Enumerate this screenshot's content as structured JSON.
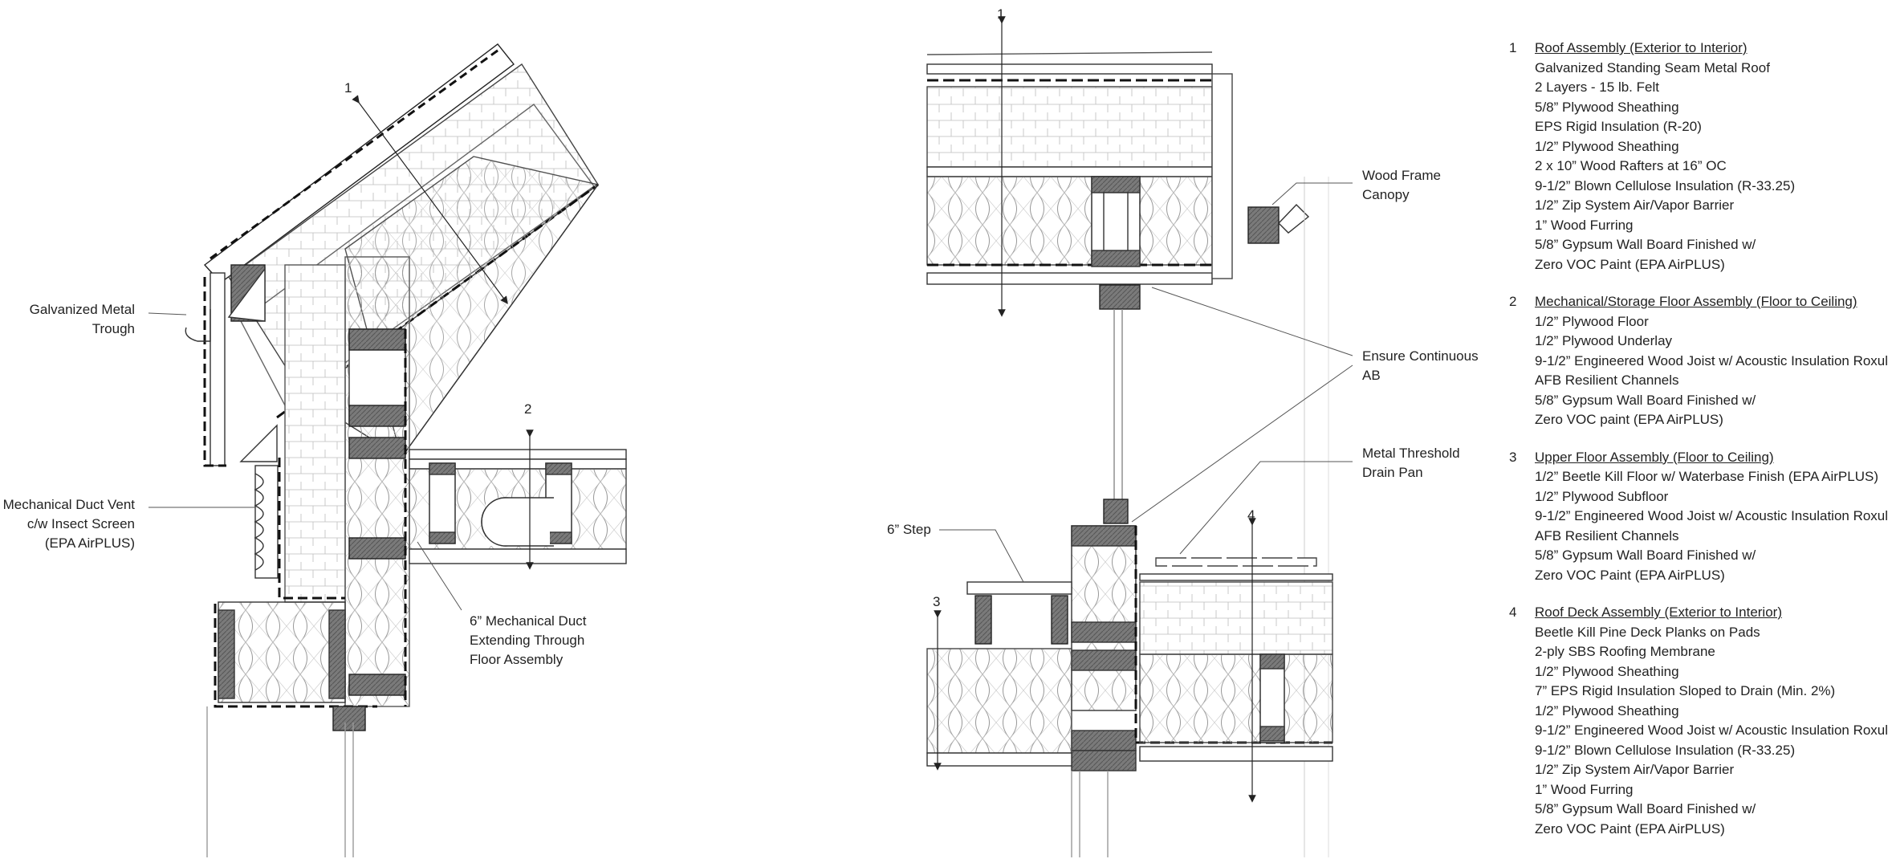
{
  "labels": {
    "trough": [
      "Galvanized Metal",
      "Trough"
    ],
    "duct_vent": [
      "Mechanical Duct Vent",
      "c/w Insect Screen",
      "(EPA  AirPLUS)"
    ],
    "duct_extend": [
      "6” Mechanical Duct",
      "Extending Through",
      "Floor Assembly"
    ],
    "canopy": [
      "Wood Frame",
      "Canopy"
    ],
    "ensure_ab": [
      "Ensure Continuous",
      "AB"
    ],
    "threshold": [
      "Metal Threshold",
      "Drain Pan"
    ],
    "step": "6” Step"
  },
  "markers": {
    "m1_left": "1",
    "m2_left": "2",
    "m1_right": "1",
    "m3_right": "3",
    "m4_right": "4"
  },
  "legend": [
    {
      "num": "1",
      "title": "Roof Assembly (Exterior to Interior)",
      "items": [
        "Galvanized Standing Seam Metal Roof",
        "2 Layers - 15 lb. Felt",
        "5/8” Plywood Sheathing",
        "EPS Rigid Insulation (R-20)",
        "1/2” Plywood Sheathing",
        "2 x 10” Wood Rafters at 16” OC",
        "9-1/2” Blown Cellulose Insulation (R-33.25)",
        "1/2” Zip System Air/Vapor Barrier",
        "1” Wood Furring",
        "5/8” Gypsum Wall Board Finished w/",
        "Zero VOC Paint (EPA  AirPLUS)"
      ]
    },
    {
      "num": "2",
      "title": "Mechanical/Storage Floor Assembly (Floor to Ceiling)",
      "items": [
        "1/2” Plywood Floor",
        "1/2” Plywood Underlay",
        "9-1/2” Engineered Wood Joist w/ Acoustic Insulation Roxul",
        "AFB Resilient Channels",
        "5/8” Gypsum Wall Board Finished w/",
        "Zero VOC paint (EPA  AirPLUS)"
      ]
    },
    {
      "num": "3",
      "title": "Upper Floor Assembly (Floor to Ceiling)",
      "items": [
        "1/2” Beetle Kill Floor w/ Waterbase Finish (EPA AirPLUS)",
        "1/2” Plywood Subfloor",
        "9-1/2” Engineered Wood Joist w/ Acoustic Insulation Roxul",
        "AFB Resilient Channels",
        "5/8” Gypsum Wall Board Finished w/",
        "Zero VOC Paint (EPA  AirPLUS)"
      ]
    },
    {
      "num": "4",
      "title": "Roof Deck Assembly (Exterior to Interior)",
      "items": [
        "Beetle Kill Pine Deck Planks on Pads",
        "2-ply SBS Roofing Membrane",
        "1/2” Plywood Sheathing",
        "7” EPS Rigid Insulation Sloped to Drain (Min. 2%)",
        "1/2” Plywood Sheathing",
        "9-1/2” Engineered Wood Joist w/ Acoustic Insulation Roxul",
        "9-1/2” Blown Cellulose Insulation (R-33.25)",
        "1/2” Zip System Air/Vapor Barrier",
        "1” Wood Furring",
        "5/8” Gypsum Wall Board Finished w/",
        "Zero VOC Paint (EPA  AirPLUS)"
      ]
    }
  ]
}
